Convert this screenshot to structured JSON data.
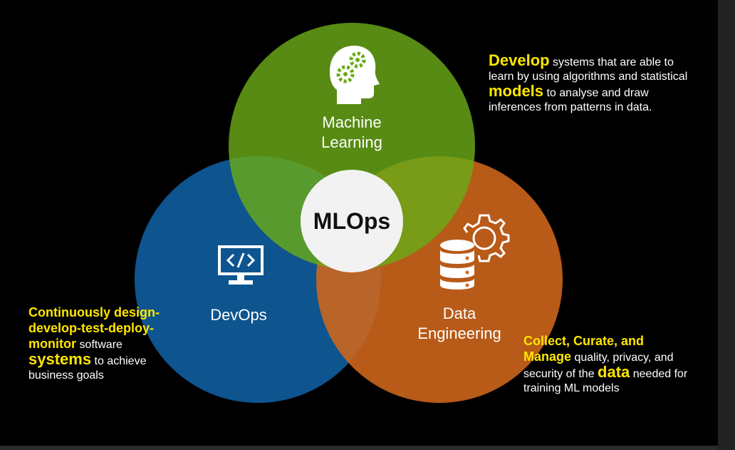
{
  "colors": {
    "background": "#000000",
    "ml_circle": "#6aaa19",
    "devops_circle": "#0f5a9a",
    "de_circle": "#d2661b",
    "center_circle": "#f2f2f2",
    "highlight": "#ffe600"
  },
  "center": {
    "label": "MLOps"
  },
  "ml": {
    "label_line1": "Machine",
    "label_line2": "Learning",
    "icon": "head-gears-icon"
  },
  "devops": {
    "label": "DevOps",
    "icon": "code-monitor-icon"
  },
  "de": {
    "label_line1": "Data",
    "label_line2": "Engineering",
    "icon": "database-gear-icon"
  },
  "ml_desc": {
    "p1": "Develop",
    "p2": " systems that are able to learn by using algorithms and statistical ",
    "p3": "models",
    "p4": " to analyse and draw inferences from patterns in data."
  },
  "devops_desc": {
    "p1": "Continuously design-develop-test-deploy-monitor",
    "p2": " software ",
    "p3": "systems",
    "p4": " to achieve business goals"
  },
  "de_desc": {
    "p1": "Collect, Curate, and Manage",
    "p2": " quality, privacy, and security of the ",
    "p3": "data",
    "p4": " needed for training ML models"
  }
}
